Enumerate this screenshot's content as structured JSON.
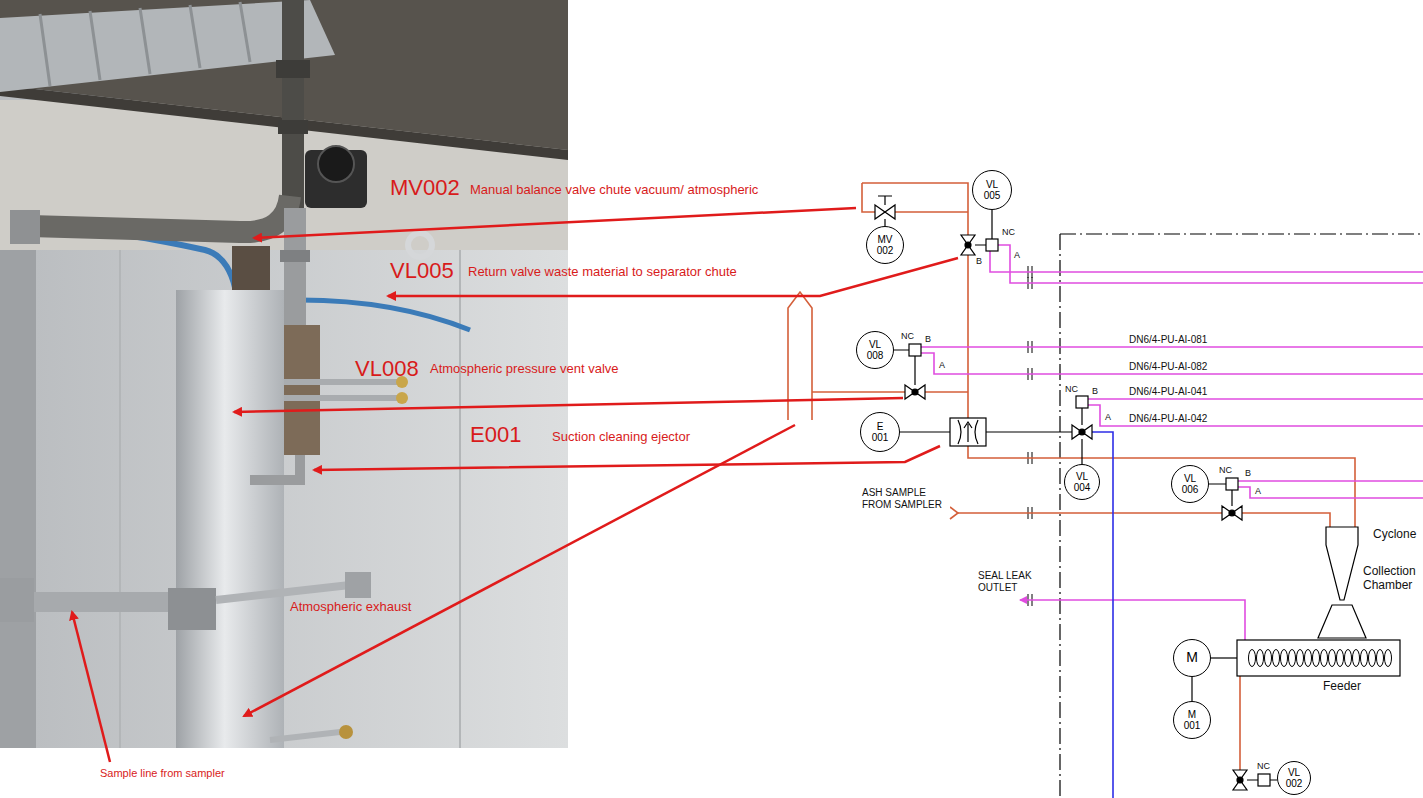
{
  "diagram": {
    "nodes": [
      {
        "text": [
          "VL 005"
        ]
      },
      {
        "text": [
          "MV 002"
        ]
      },
      {
        "text": [
          "VL 008"
        ]
      },
      {
        "text": [
          "E 001"
        ]
      },
      {
        "text": [
          "VL 004"
        ]
      },
      {
        "text": [
          "VL 006"
        ]
      },
      {
        "text": [
          "M"
        ]
      },
      {
        "text": [
          "M 001"
        ]
      },
      {
        "text": [
          "VL 002"
        ]
      }
    ],
    "edges": [
      {
        "from": 6,
        "to": 7,
        "arrow": "none"
      }
    ],
    "labels": [
      "MV002",
      "Manual balance valve chute vacuum/ atmospheric",
      "VL005",
      "Return valve waste material to separator chute",
      "VL008",
      "Atmospheric pressure vent valve",
      "E001",
      "Suction cleaning ejector",
      "Atmospheric exhaust",
      "Sample line from sampler",
      "NC",
      "A",
      "B",
      "DN6/4-PU-AI-081",
      "DN6/4-PU-AI-082",
      "NC",
      "B",
      "A",
      "DN6/4-PU-AI-041",
      "DN6/4-PU-AI-042",
      "NC",
      "B",
      "A",
      "NC",
      "B",
      "A",
      "ASH SAMPLE FROM SAMPLER",
      "SEAL LEAK OUTLET",
      "Cyclone",
      "Collection Chamber",
      "Feeder",
      "NC"
    ]
  }
}
